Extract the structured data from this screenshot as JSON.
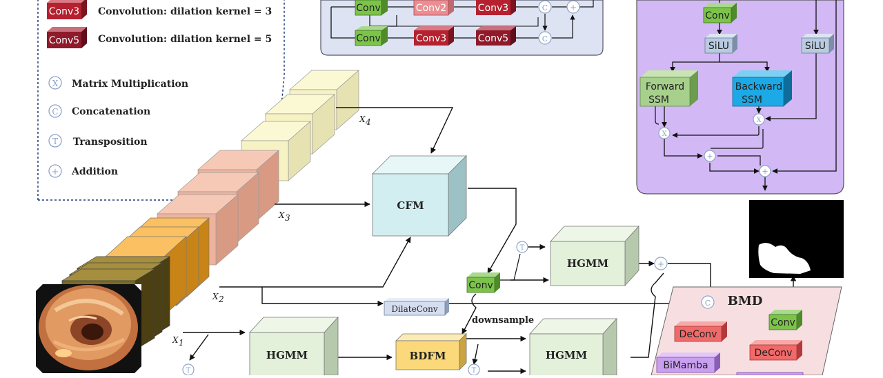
{
  "legend": {
    "conv3_tag": "Conv3",
    "conv3_desc": "Convolution: dilation kernel = 3",
    "conv5_tag": "Conv5",
    "conv5_desc": "Convolution: dilation kernel = 5",
    "matmul_symbol": "X",
    "matmul_desc": "Matrix Multiplication",
    "concat_symbol": "C",
    "concat_desc": "Concatenation",
    "transpose_symbol": "T",
    "transpose_desc": "Transposition",
    "add_symbol": "+",
    "add_desc": "Addition"
  },
  "dilate_block": {
    "row1": [
      "Conv",
      "Conv2",
      "Conv3"
    ],
    "row2": [
      "Conv",
      "Conv3",
      "Conv5"
    ],
    "concat_symbol": "C",
    "add_symbol": "+"
  },
  "mamba_block": {
    "conv": "Conv",
    "silu_left": "SiLU",
    "silu_right": "SiLU",
    "forward_ssm_line1": "Forward",
    "forward_ssm_line2": "SSM",
    "backward_ssm_line1": "Backward",
    "backward_ssm_line2": "SSM",
    "mult_symbol": "X",
    "add_symbol": "+"
  },
  "backbone": {
    "x4": "X",
    "x4_sub": "4",
    "x3": "X",
    "x3_sub": "3",
    "x2": "X",
    "x2_sub": "2",
    "x1": "X",
    "x1_sub": "1"
  },
  "modules": {
    "cfm": "CFM",
    "hgmm_top": "HGMM",
    "hgmm_bottom_left": "HGMM",
    "hgmm_bottom_right": "HGMM",
    "bdfm": "BDFM",
    "conv_mid": "Conv",
    "dilateconv": "DilateConv",
    "downsample": "downsample",
    "transpose_symbol": "T",
    "add_symbol": "+",
    "concat_symbol": "C"
  },
  "bmd": {
    "title": "BMD",
    "deconv_left": "DeConv",
    "bimamba": "BiMamba",
    "deconv_right": "DeConv",
    "conv": "Conv"
  },
  "colors": {
    "conv_green": "#7cc34a",
    "conv3_red": "#b5212f",
    "conv5_red": "#8e1a2a",
    "conv2_pink": "#eb8e94",
    "cfm_cyan": "#d2eef1",
    "hgmm_green": "#e3f0da",
    "bdfm_yellow": "#fbd97a",
    "silu_blue": "#b9cbe0",
    "forward_green": "#a7d08c",
    "backward_blue": "#1ca9e6",
    "deconv_red": "#f06a6a",
    "bimamba_purple": "#c99ff0",
    "purple_panel": "#d2b8f5",
    "blue_panel": "#dde3f3",
    "bmd_panel": "#f7dfe1"
  }
}
